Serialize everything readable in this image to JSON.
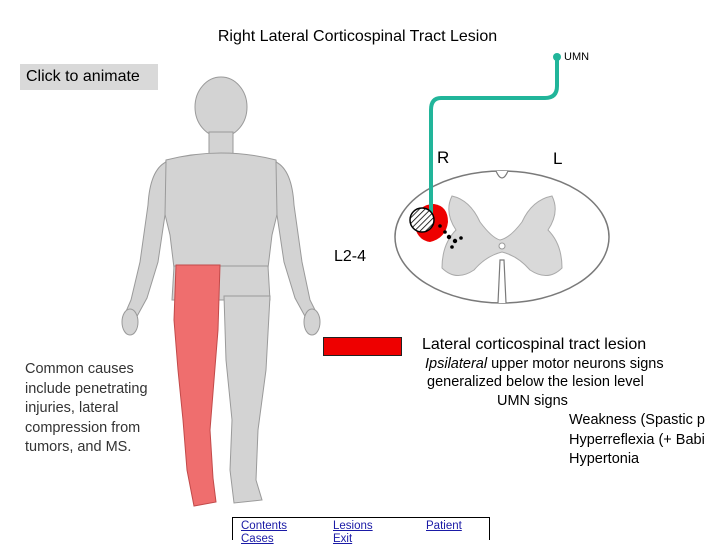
{
  "title": "Right Lateral Corticospinal Tract Lesion",
  "animate_button": "Click to animate",
  "diagram": {
    "pathway_label": "UMN",
    "right_label": "R",
    "left_label": "L",
    "level_label": "L2-4",
    "colors": {
      "lesion": "#ee0000",
      "pathway": "#21b59a",
      "body": "#d3d3d3",
      "affected_limb": "#ef6e6e",
      "cord_gray": "#d9d9d9"
    }
  },
  "legend": {
    "title": "Lateral corticospinal tract lesion",
    "lines": [
      {
        "italic": "Ipsilateral",
        "text": " upper motor neurons signs"
      },
      {
        "text": "generalized below the lesion level"
      },
      {
        "text": "UMN signs"
      },
      {
        "text": "Weakness (Spastic p"
      },
      {
        "text": "Hyperreflexia (+ Babi"
      },
      {
        "text": "Hypertonia"
      }
    ]
  },
  "causes": "Common causes include penetrating injuries, lateral compression from tumors, and MS.",
  "nav": {
    "contents": "Contents",
    "lesions": "Lesions",
    "patient": "Patient",
    "cases": "Cases",
    "exit": "Exit"
  },
  "icons": [
    "human-body-figure",
    "spinal-cord-cross-section",
    "lesion-hatch-marker",
    "umn-pathway-line"
  ]
}
